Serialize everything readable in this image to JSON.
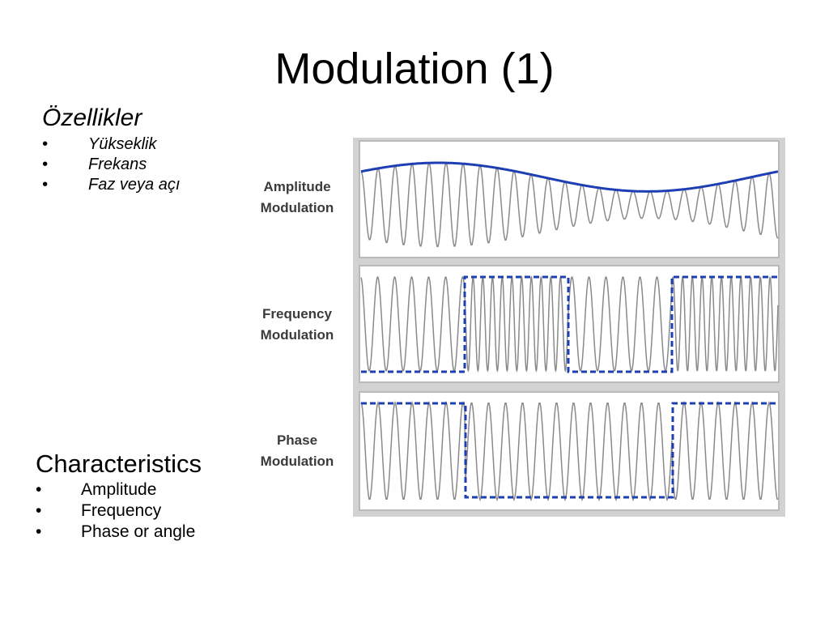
{
  "slide": {
    "title": "Modulation (1)",
    "turkish": {
      "heading": "Özellikler",
      "bullet": "•",
      "items": [
        "Yükseklik",
        "Frekans",
        "Faz veya açı"
      ]
    },
    "english": {
      "heading": "Characteristics",
      "bullet": "•",
      "items": [
        "Amplitude",
        "Frequency",
        "Phase or angle"
      ]
    }
  },
  "figure": {
    "panels": [
      {
        "label_line1": "Amplitude",
        "label_line2": "Modulation",
        "kind": "amplitude"
      },
      {
        "label_line1": "Frequency",
        "label_line2": "Modulation",
        "kind": "frequency"
      },
      {
        "label_line1": "Phase",
        "label_line2": "Modulation",
        "kind": "phase"
      }
    ],
    "colors": {
      "carrier": "#8a8a8a",
      "modulating_signal": "#1e3fb4",
      "panel_border": "#b9b9b9",
      "panel_background": "#ffffff",
      "frame": "#d2d2d2"
    }
  }
}
